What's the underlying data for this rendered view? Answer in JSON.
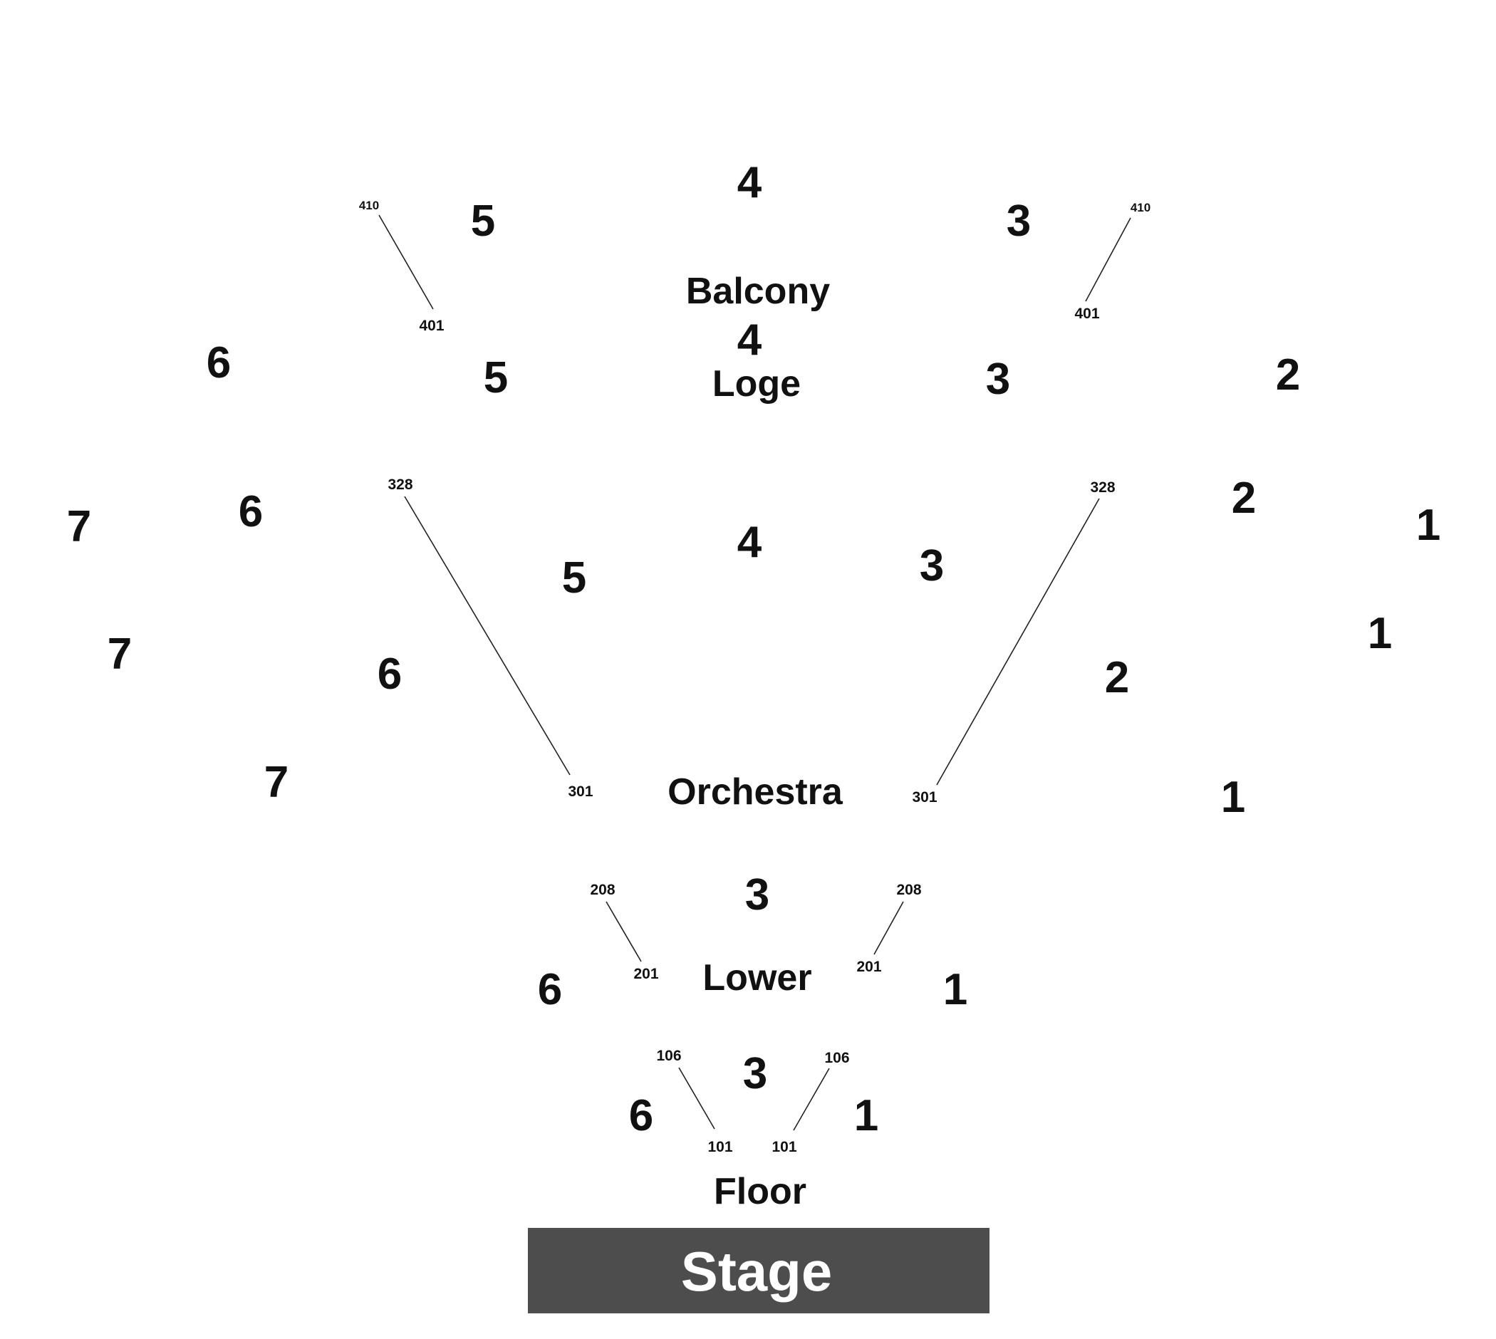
{
  "colors": {
    "background": "#ffffff",
    "text": "#111111",
    "stage_fill": "#4d4d4d",
    "stage_text": "#ffffff"
  },
  "stage": {
    "label": "Stage"
  },
  "sections": {
    "balcony": "Balcony",
    "loge": "Loge",
    "orchestra": "Orchestra",
    "lower": "Lower",
    "floor": "Floor"
  },
  "zones": {
    "balcony": [
      "5",
      "4",
      "3"
    ],
    "loge": [
      "6",
      "5",
      "4",
      "3",
      "2"
    ],
    "orchestra_top": [
      "7",
      "6",
      "5",
      "4",
      "3",
      "2",
      "1"
    ],
    "orchestra_mid": [
      "7",
      "6",
      "2",
      "1"
    ],
    "orchestra_low": [
      "7",
      "1"
    ],
    "lower": [
      "3",
      "6",
      "1"
    ],
    "floor": [
      "3",
      "6",
      "1"
    ]
  },
  "row_ranges": {
    "balcony": {
      "left": [
        "410",
        "401"
      ],
      "right": [
        "410",
        "401"
      ]
    },
    "orchestra": {
      "left": [
        "328",
        "301"
      ],
      "right": [
        "328",
        "301"
      ]
    },
    "lower": {
      "left": [
        "208",
        "201"
      ],
      "right": [
        "208",
        "201"
      ]
    },
    "floor": {
      "left": [
        "106",
        "101"
      ],
      "right": [
        "106",
        "101"
      ]
    }
  }
}
